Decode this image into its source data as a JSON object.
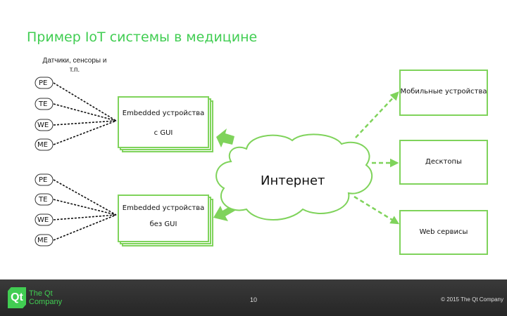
{
  "title": "Пример IoT системы в медицине",
  "sensor_caption": "Датчики, сенсоры и т.п.",
  "sensor_groups": [
    {
      "labels": [
        "PE",
        "TE",
        "WE",
        "ME"
      ]
    },
    {
      "labels": [
        "PE",
        "TE",
        "WE",
        "ME"
      ]
    }
  ],
  "devices": [
    {
      "name": "Embedded устройства",
      "gui": "с GUI"
    },
    {
      "name": "Embedded устройства",
      "gui": "без GUI"
    }
  ],
  "cloud_label": "Интернет",
  "endpoints": [
    "Мобильные устройства",
    "Десктопы",
    "Web сервисы"
  ],
  "colors": {
    "accent": "#41cd52",
    "footer": "#2f2f2f"
  },
  "footer": {
    "logo_text": "Qt",
    "company": "The Qt Company",
    "page": "10",
    "copyright": "© 2015 The Qt Company"
  }
}
